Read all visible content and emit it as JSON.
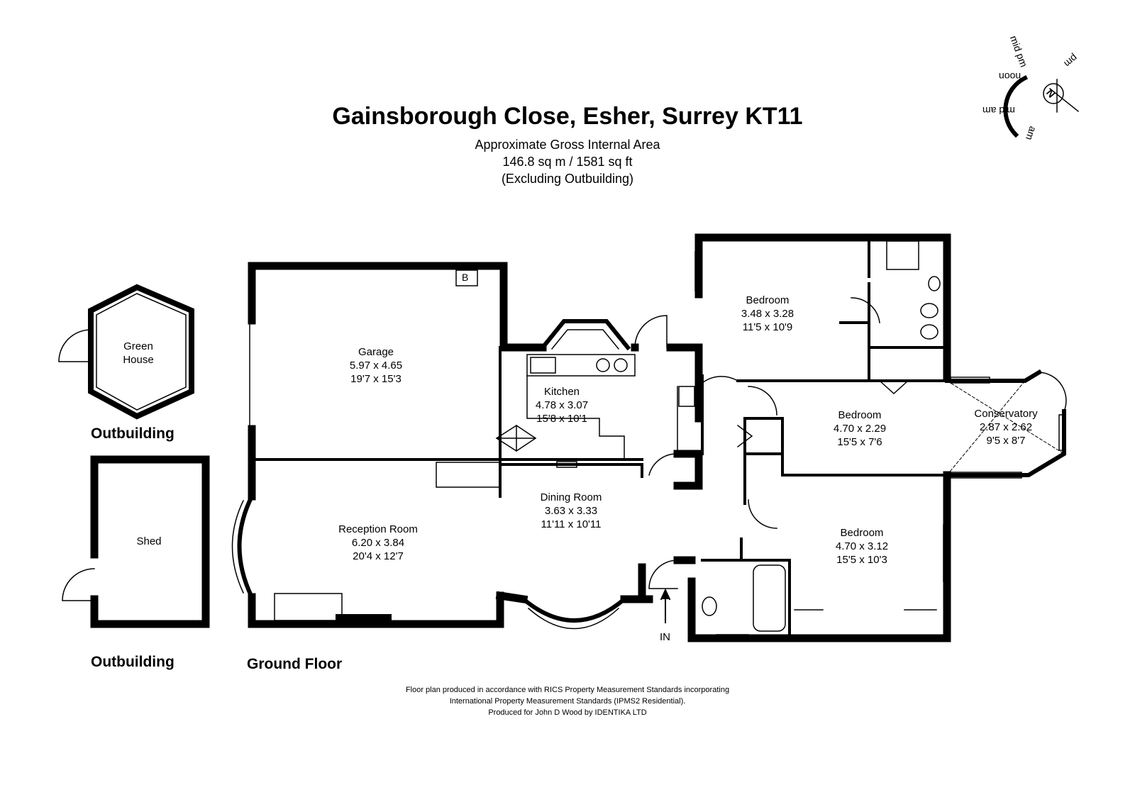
{
  "header": {
    "title": "Gainsborough Close, Esher, Surrey KT11",
    "area_label": "Approximate Gross Internal Area",
    "area_value": "146.8 sq m / 1581 sq ft",
    "area_note": "(Excluding Outbuilding)"
  },
  "compass": {
    "north": "N",
    "labels": [
      "mid pm",
      "pm",
      "noon",
      "mid am",
      "am"
    ]
  },
  "rooms": {
    "garage": {
      "name": "Garage",
      "metric": "5.97 x 4.65",
      "imperial": "19'7 x 15'3"
    },
    "boiler": {
      "name": "B"
    },
    "kitchen": {
      "name": "Kitchen",
      "metric": "4.78 x 3.07",
      "imperial": "15'8 x 10'1"
    },
    "bedroom1": {
      "name": "Bedroom",
      "metric": "3.48 x 3.28",
      "imperial": "11'5 x 10'9"
    },
    "bedroom2": {
      "name": "Bedroom",
      "metric": "4.70 x 2.29",
      "imperial": "15'5 x 7'6"
    },
    "conservatory": {
      "name": "Conservatory",
      "metric": "2.87 x 2.62",
      "imperial": "9'5 x 8'7"
    },
    "reception": {
      "name": "Reception Room",
      "metric": "6.20 x 3.84",
      "imperial": "20'4 x 12'7"
    },
    "dining": {
      "name": "Dining Room",
      "metric": "3.63 x 3.33",
      "imperial": "11'11 x 10'11"
    },
    "bedroom3": {
      "name": "Bedroom",
      "metric": "4.70 x 3.12",
      "imperial": "15'5 x 10'3"
    },
    "greenhouse": {
      "name": "Green House"
    },
    "shed": {
      "name": "Shed"
    }
  },
  "labels": {
    "outbuilding_1": "Outbuilding",
    "outbuilding_2": "Outbuilding",
    "ground_floor": "Ground Floor",
    "entrance": "IN"
  },
  "footer": {
    "line1": "Floor plan produced in accordance with RICS Property Measurement Standards incorporating",
    "line2": "International Property Measurement Standards (IPMS2 Residential).",
    "line3": "Produced for John D Wood by IDENTIKA LTD"
  }
}
